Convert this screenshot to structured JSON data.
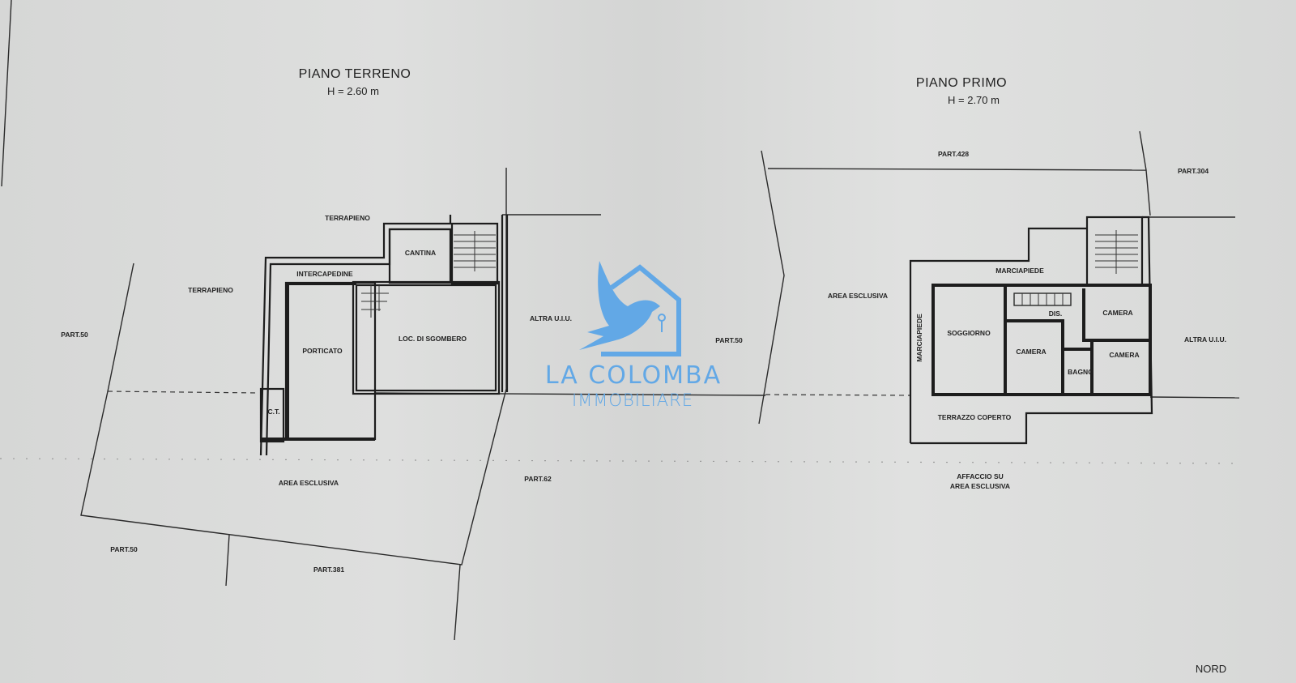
{
  "ground_floor": {
    "title": "PIANO TERRENO",
    "height": "H = 2.60 m",
    "labels": {
      "terrapieno_top": "TERRAPIENO",
      "terrapieno_left": "TERRAPIENO",
      "intercapedine": "INTERCAPEDINE",
      "cantina": "CANTINA",
      "porticato": "PORTICATO",
      "loc_sgombero": "LOC. DI SGOMBERO",
      "ct": "C.T.",
      "part50_left": "PART.50",
      "altra_uiu": "ALTRA U.I.U.",
      "part50_mid": "PART.50",
      "area_esclusiva": "AREA ESCLUSIVA",
      "part62": "PART.62",
      "part50_bottom": "PART.50",
      "part381": "PART.381"
    }
  },
  "first_floor": {
    "title": "PIANO PRIMO",
    "height": "H = 2.70 m",
    "labels": {
      "part428": "PART.428",
      "part304": "PART.304",
      "area_esclusiva": "AREA ESCLUSIVA",
      "marciapiede_top": "MARCIAPIEDE",
      "marciapiede_side": "MARCIAPIEDE",
      "soggiorno": "SOGGIORNO",
      "dis": "DIS.",
      "camera_1": "CAMERA",
      "camera_2": "CAMERA",
      "camera_3": "CAMERA",
      "bagno": "BAGNO",
      "altra_uiu": "ALTRA U.I.U.",
      "terrazzo": "TERRAZZO COPERTO",
      "affaccio_1": "AFFACCIO SU",
      "affaccio_2": "AREA ESCLUSIVA"
    }
  },
  "north": "NORD",
  "watermark": {
    "line1": "LA COLOMBA",
    "line2": "IMMOBILIARE",
    "color": "#62a8e6"
  }
}
